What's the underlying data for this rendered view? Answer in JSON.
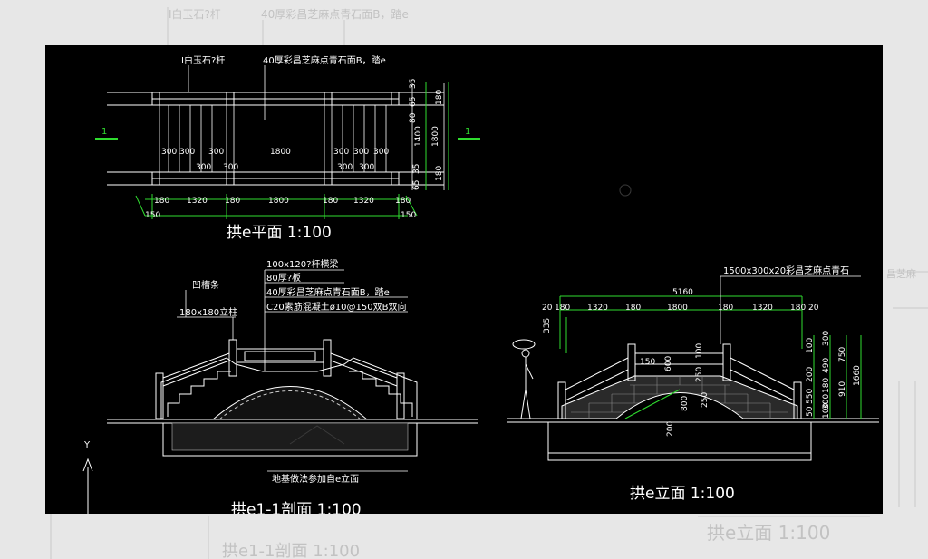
{
  "background_ghost": {
    "top_label_1": "I白玉石?杆",
    "top_label_2": "40厚彩昌芝麻点青石面B，踏e",
    "right_label": "昌芝麻",
    "bottom_title_1": "拱e1-1剖面 1:100",
    "bottom_title_2": "拱e立面 1:100"
  },
  "plan": {
    "label_railing": "I白玉石?杆",
    "label_deck": "40厚彩昌芝麻点青石面B，踏e",
    "section_mark_left": "1",
    "section_mark_right": "1",
    "dims_inner": [
      "300",
      "300",
      "300",
      "1800",
      "300",
      "300",
      "300"
    ],
    "dims_inner2": [
      "300",
      "300",
      "300",
      "300"
    ],
    "dims_bottom": [
      "180",
      "1320",
      "180",
      "1800",
      "180",
      "1320",
      "180"
    ],
    "dim_150_left": "150",
    "dim_150_right": "150",
    "dims_right": [
      "35",
      "65",
      "80",
      "1400",
      "1800",
      "35",
      "65",
      "180",
      "180"
    ],
    "title": "拱e平面 1:100"
  },
  "section": {
    "notes": [
      "100x120?杆横梁",
      "80厚?板",
      "40厚彩昌芝麻点青石面B，踏e",
      "C20素筋混凝土ø10@150双B双向"
    ],
    "label_groove": "凹槽条",
    "label_post": "180x180立柱",
    "foundation_note": "地基做法参加自e立面",
    "title": "拱e1-1剖面 1:100",
    "axis_label": "Y"
  },
  "elevation": {
    "top_note": "1500x300x20彩昌芝麻点青石",
    "overall_dim": "5160",
    "dims_top": [
      "20",
      "180",
      "1320",
      "180",
      "1800",
      "180",
      "1320",
      "180",
      "20"
    ],
    "dim_left": "335",
    "dims_center": [
      "150",
      "600",
      "250",
      "100",
      "800",
      "250",
      "200"
    ],
    "dims_right": [
      "100",
      "300",
      "750",
      "490",
      "200",
      "1660",
      "550",
      "180",
      "910",
      "300",
      "50",
      "100"
    ],
    "title": "拱e立面 1:100"
  }
}
